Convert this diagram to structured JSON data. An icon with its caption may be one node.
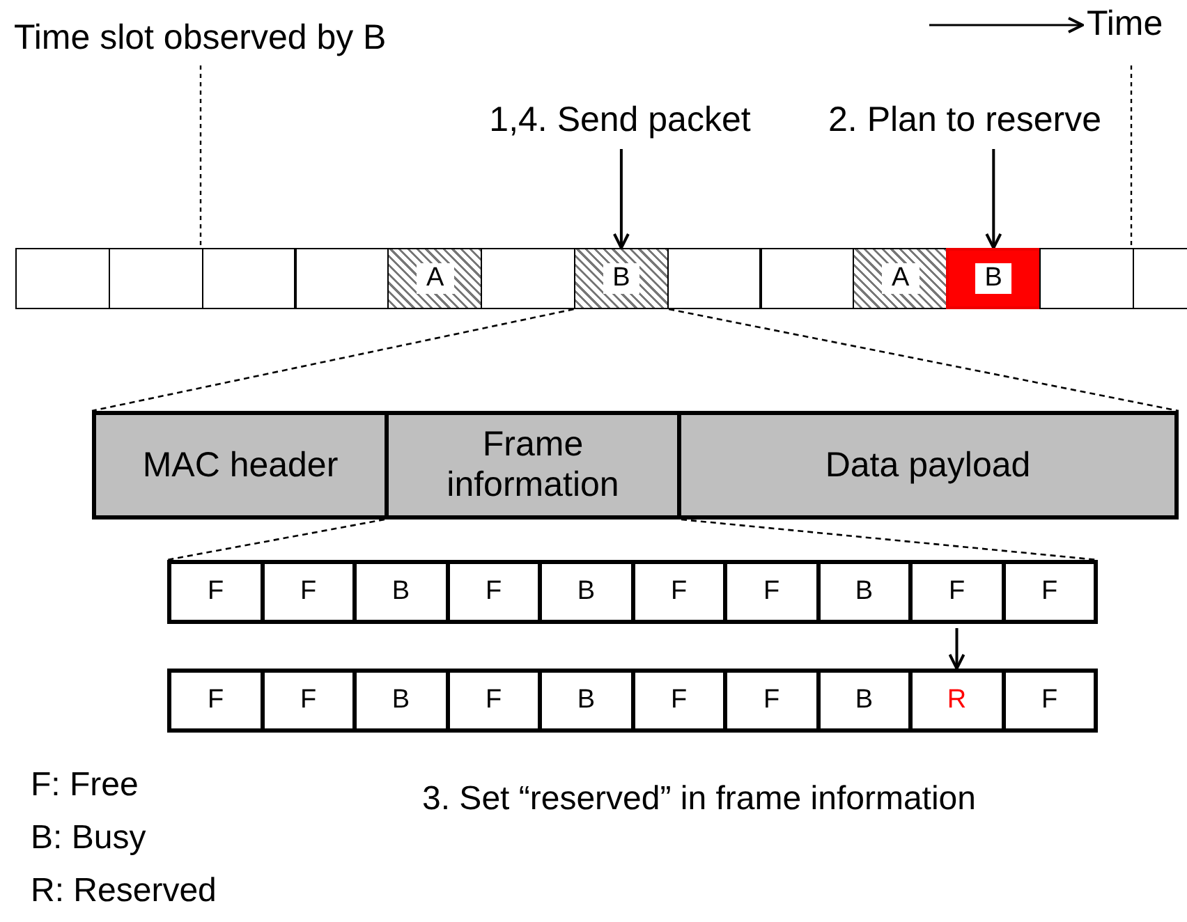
{
  "diagram": {
    "nodes": [
      {
        "text": [
          "1,4. Send packet"
        ]
      },
      {
        "text": [
          "2. Plan to reserve"
        ]
      },
      {
        "text": [],
        "shape": "box"
      },
      {
        "text": [],
        "shape": "box"
      },
      {
        "text": [],
        "shape": "box"
      },
      {
        "text": [],
        "shape": "box"
      },
      {
        "text": [
          "A"
        ]
      },
      {
        "text": [],
        "shape": "box"
      },
      {
        "text": [
          "B"
        ]
      },
      {
        "text": [],
        "shape": "box"
      },
      {
        "text": [],
        "shape": "box"
      },
      {
        "text": [
          "A"
        ]
      },
      {
        "text": [
          "B"
        ]
      },
      {
        "text": [],
        "shape": "box"
      },
      {
        "text": [],
        "shape": "box"
      },
      {
        "text": [
          "MAC header"
        ]
      },
      {
        "text": [
          "Frame information"
        ]
      },
      {
        "text": [
          "Data payload"
        ]
      },
      {
        "text": [
          "F"
        ]
      },
      {
        "text": [
          "F"
        ]
      },
      {
        "text": [
          "B"
        ]
      },
      {
        "text": [
          "F"
        ]
      },
      {
        "text": [
          "B"
        ]
      },
      {
        "text": [
          "F"
        ]
      },
      {
        "text": [
          "F"
        ]
      },
      {
        "text": [
          "B"
        ]
      },
      {
        "text": [
          "F"
        ]
      },
      {
        "text": [
          "F"
        ]
      },
      {
        "text": [
          "F"
        ]
      },
      {
        "text": [
          "F"
        ]
      },
      {
        "text": [
          "B"
        ]
      },
      {
        "text": [
          "F"
        ]
      },
      {
        "text": [
          "B"
        ]
      },
      {
        "text": [
          "F"
        ]
      },
      {
        "text": [
          "F"
        ]
      },
      {
        "text": [
          "B"
        ]
      },
      {
        "text": [
          "R"
        ]
      },
      {
        "text": [
          "F"
        ]
      }
    ],
    "edges": [
      {
        "from": 0,
        "to": 8,
        "arrow": "to"
      },
      {
        "from": 1,
        "to": 12,
        "arrow": "to"
      },
      {
        "from": 8,
        "to": 15,
        "arrow": "none",
        "style": "dashed"
      },
      {
        "from": 8,
        "to": 17,
        "arrow": "none",
        "style": "dashed"
      },
      {
        "from": 16,
        "to": 18,
        "arrow": "none",
        "style": "dashed"
      },
      {
        "from": 16,
        "to": 27,
        "arrow": "none",
        "style": "dashed"
      },
      {
        "from": 26,
        "to": 36,
        "arrow": "to"
      }
    ],
    "labels": [
      "Time slot observed by B",
      "Time",
      "F: Free",
      "B: Busy",
      "R: Reserved",
      "3. Set “reserved” in frame information"
    ]
  }
}
